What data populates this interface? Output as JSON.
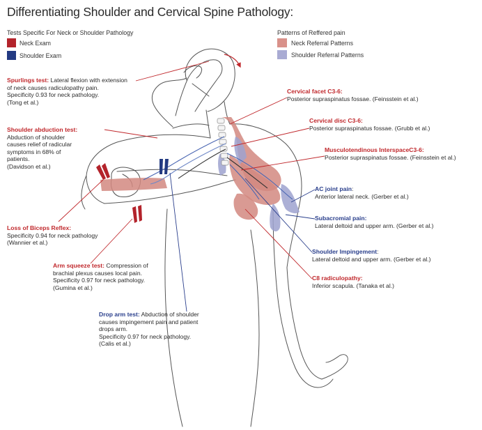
{
  "title": "Differentiating Shoulder and Cervical Spine Pathology:",
  "legend_tests": {
    "heading": "Tests Specific For Neck or Shoulder Pathology",
    "items": [
      {
        "label": "Neck Exam",
        "color": "#b3232b"
      },
      {
        "label": "Shoulder Exam",
        "color": "#233a82"
      }
    ]
  },
  "legend_patterns": {
    "heading": "Patterns of Reffered pain",
    "items": [
      {
        "label": "Neck Referral Patterns",
        "color": "#d9918a"
      },
      {
        "label": "Shoulder Referral Patterns",
        "color": "#a9abd3"
      }
    ]
  },
  "colors": {
    "neck": "#c0282c",
    "shoulder": "#2a3f8c",
    "neck_area": "#d28880",
    "shoulder_area": "#9ea2cf",
    "outline": "#555555"
  },
  "left_annotations": [
    {
      "title": "Spurlings test:",
      "body": " Lateral flexion with extension\nof neck causes radiculopathy pain.\nSpecificity 0.93 for neck pathology.\n (Tong et al.)"
    },
    {
      "title": "Shoulder abduction test:",
      "body": "Abduction of shoulder\ncauses relief of radicular\nsymptoms in 68% of\npatients.\n (Davidson et al.)"
    },
    {
      "title": "Loss of Biceps Reflex:",
      "body": "Specificity 0.94 for neck pathology\n (Wannier et al.)"
    },
    {
      "title": "Arm squeeze test:",
      "body": " Compression of\nbrachial plexus causes local pain.\nSpecificity 0.97 for neck pathology.\n (Gumina et al.)"
    },
    {
      "title": "Drop arm test:",
      "body": " Abduction of shoulder\ncauses impingement pain and patient\ndrops arm.\nSpecificity 0.97 for neck pathology.\n (Calis et al.)"
    }
  ],
  "right_annotations": [
    {
      "title": "Cervical facet C3-6:",
      "body": "Posterior supraspinatus fossae. (Feinsstein et al.)"
    },
    {
      "title": "Cervical disc C3-6:",
      "body": "Posterior supraspinatus fossae. (Grubb et al.)"
    },
    {
      "title": "Musculotendinous InterspaceC3-6:",
      "body": "Posterior supraspinatus fossae. (Feinsstein et al.)"
    },
    {
      "title": "AC joint pain",
      "suffix": ":",
      "body": "Anterior lateral neck. (Gerber et al.)"
    },
    {
      "title": "Subacromial pain:",
      "body": "Lateral deltoid and upper arm. (Gerber et al.)"
    },
    {
      "title": "Shoulder Impingement",
      "suffix": ":",
      "body": "Lateral deltoid and upper arm. (Gerber et al.)"
    },
    {
      "title": "C8 radiculopathy:",
      "body": "Inferior scapula. (Tanaka et al.)"
    }
  ]
}
